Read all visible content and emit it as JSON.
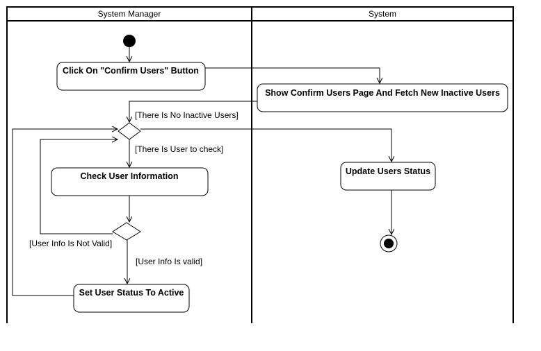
{
  "lanes": {
    "left_title": "System Manager",
    "right_title": "System"
  },
  "actions": {
    "click_confirm": "Click On \"Confirm Users\" Button",
    "show_confirm_page": "Show Confirm Users Page And Fetch New Inactive Users",
    "check_user_info": "Check User Information",
    "update_status": "Update Users Status",
    "set_active": "Set User Status To Active"
  },
  "guards": {
    "no_inactive": "[There Is No Inactive Users]",
    "user_to_check": "[There Is User to check]",
    "not_valid": "[User Info Is Not Valid]",
    "is_valid": "[User Info Is valid]"
  }
}
